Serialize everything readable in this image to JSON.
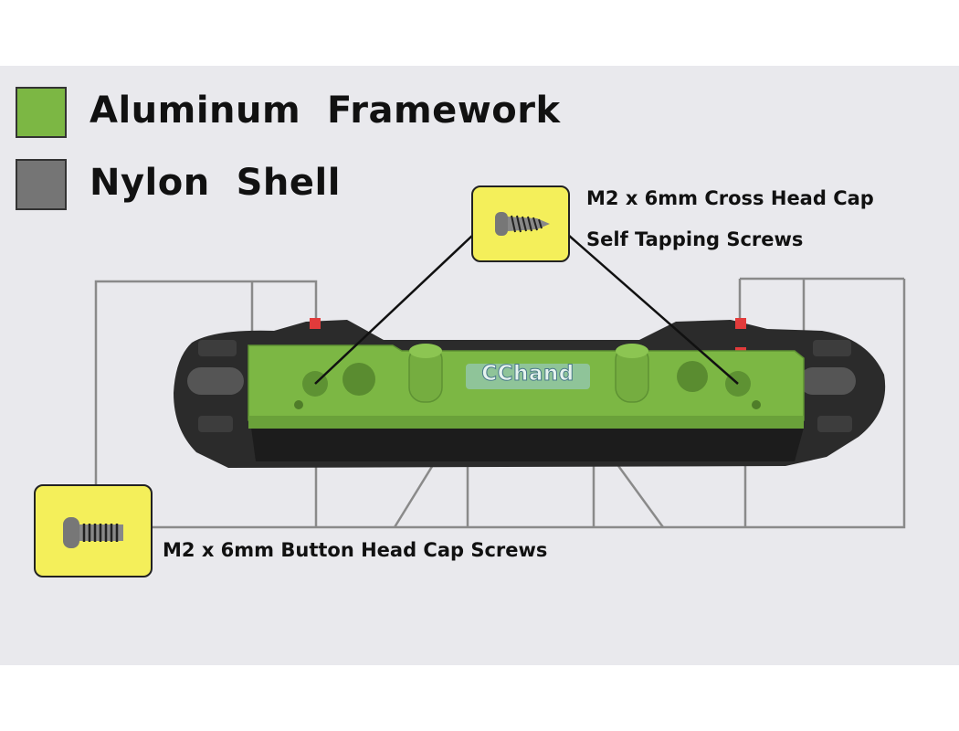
{
  "legend": {
    "items": [
      {
        "label": "Aluminum  Framework",
        "color": "#7cb744"
      },
      {
        "label": "Nylon  Shell",
        "color": "#757575"
      }
    ]
  },
  "callouts": {
    "self_tapping": {
      "line1": "M2 x 6mm Cross Head Cap",
      "line2": "Self Tapping Screws",
      "icon": "self-tapping-screw-icon"
    },
    "button_head": {
      "label": "M2 x 6mm Button Head Cap Screws",
      "icon": "button-head-screw-icon"
    }
  },
  "part": {
    "logo_text": "CChand"
  },
  "colors": {
    "aluminum": "#7cb744",
    "nylon": "#2b2b2b",
    "callout_box": "#f4ef5a",
    "leader_line": "#8a8a8a",
    "background": "#e9e9ed"
  }
}
